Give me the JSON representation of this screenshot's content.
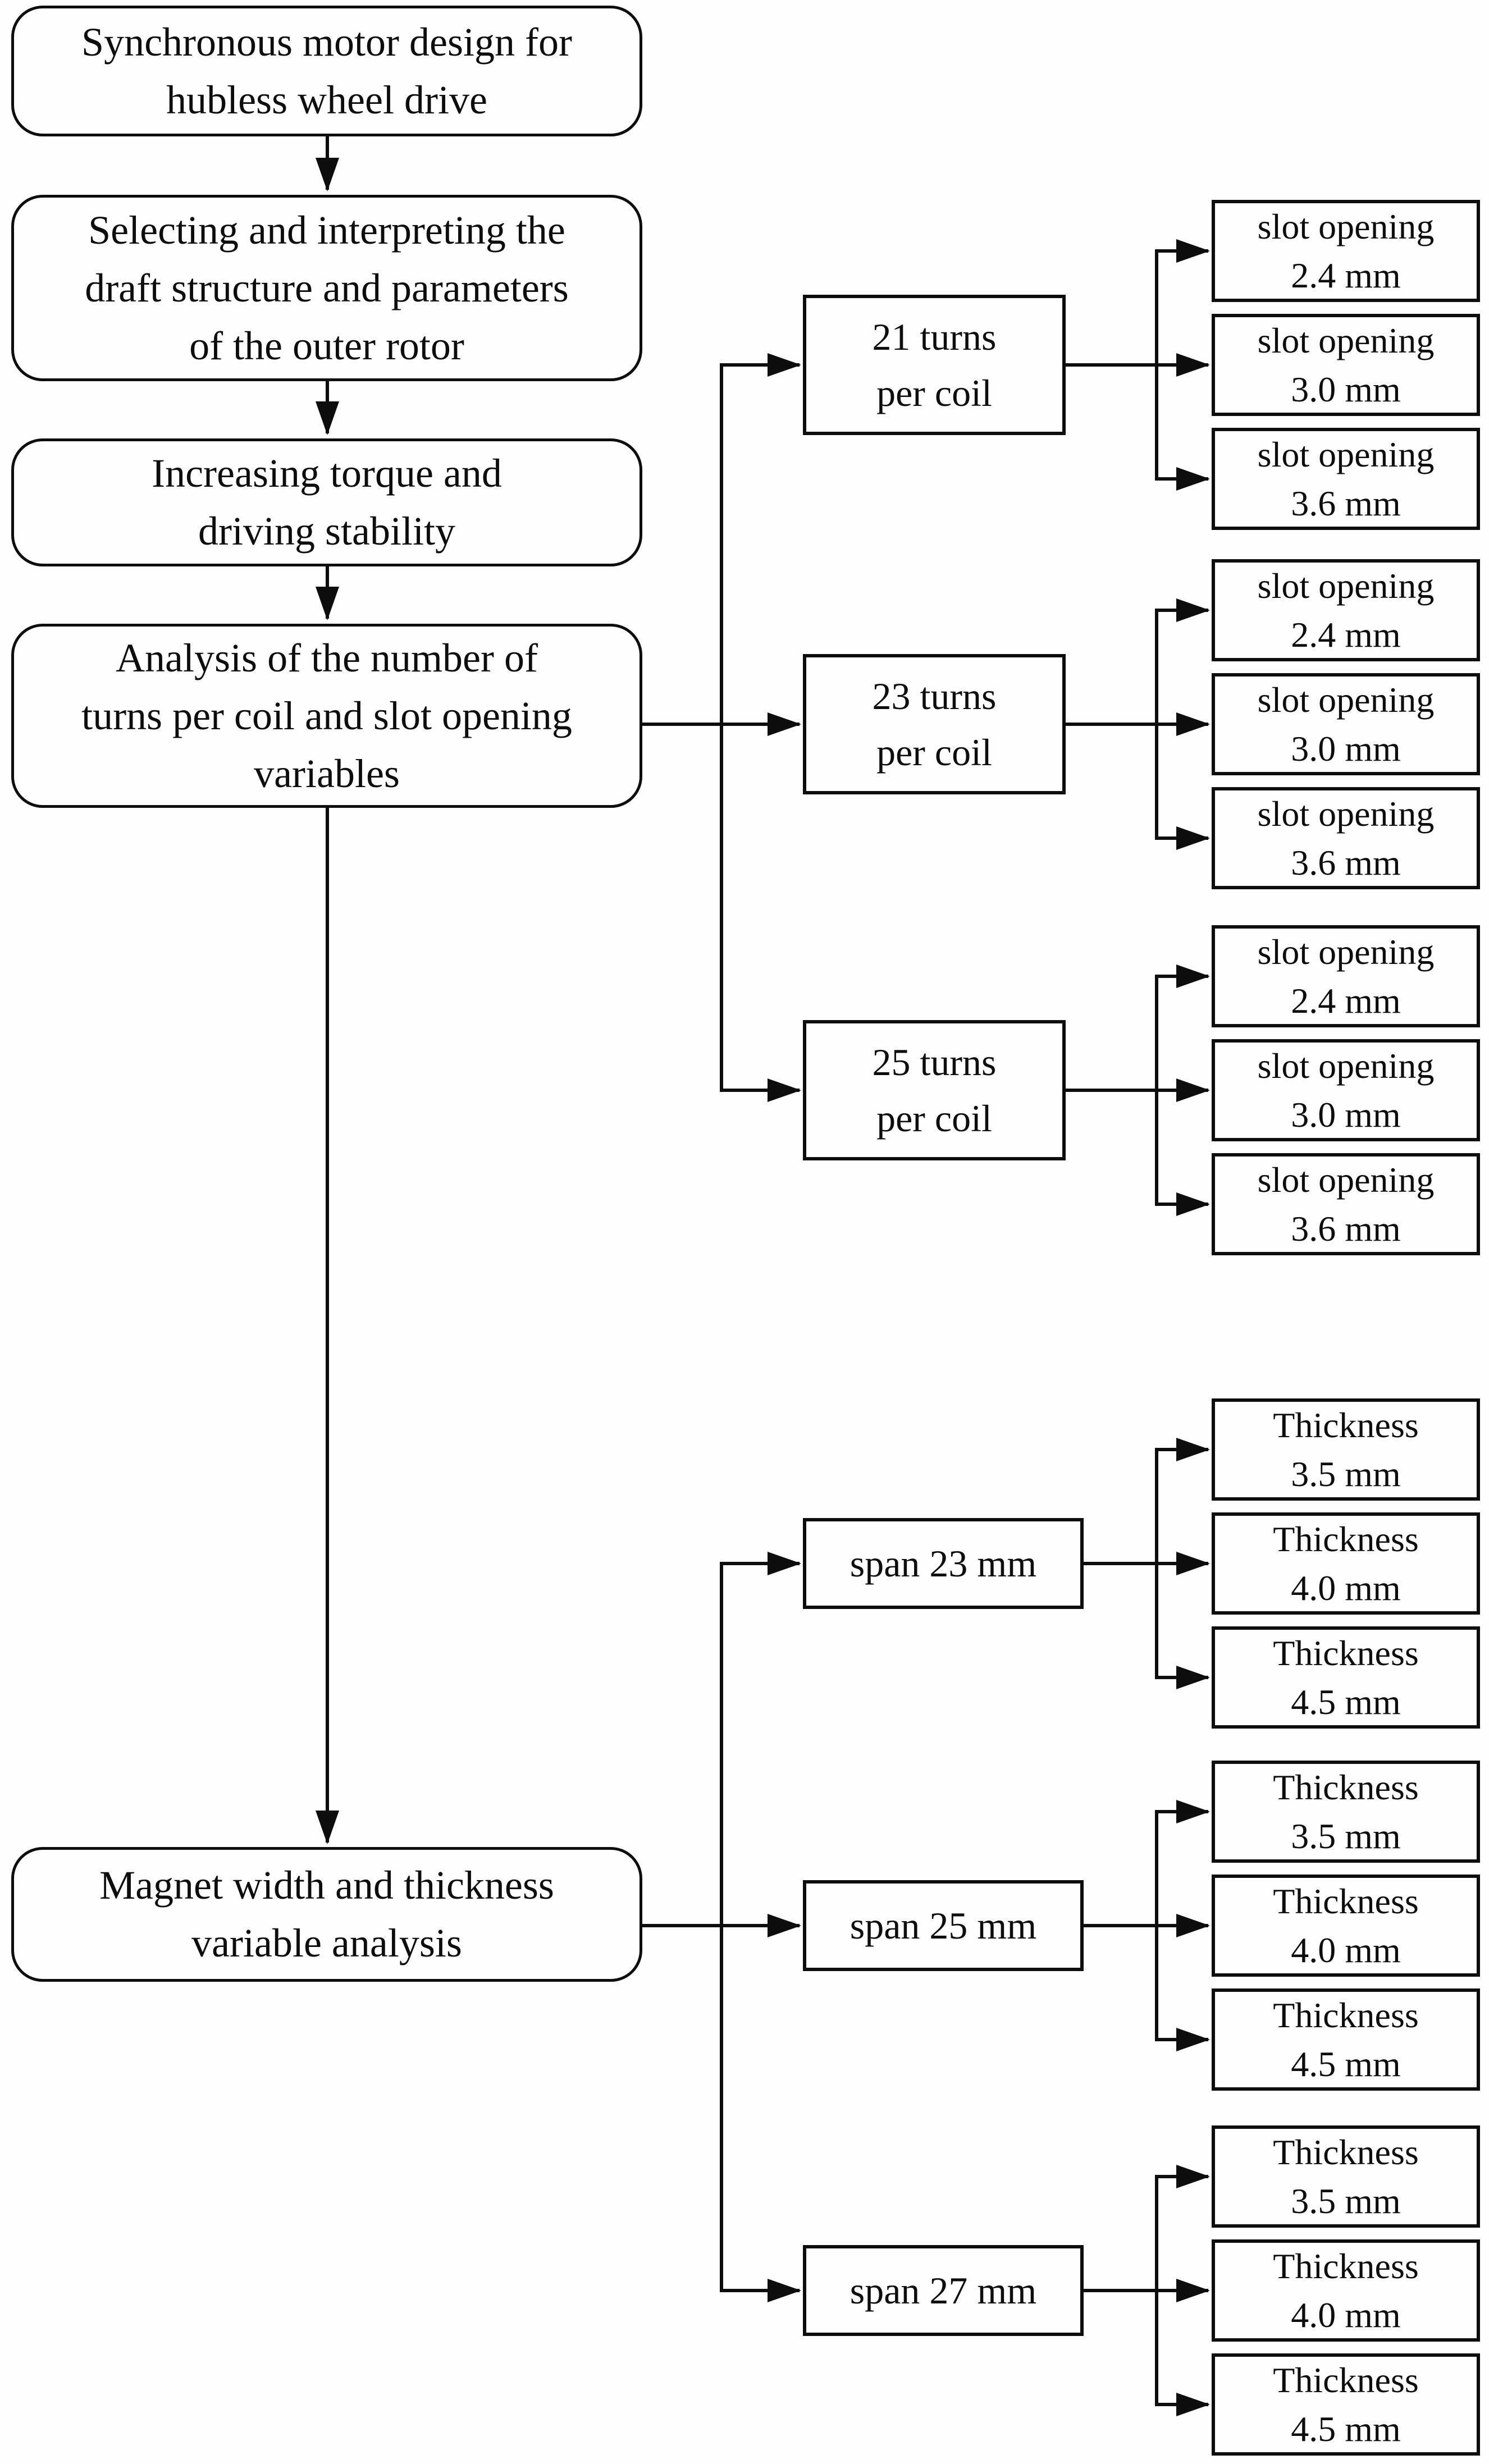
{
  "colors": {
    "stroke": "#0d0d0d",
    "background": "#fefefe",
    "text": "#0d0d0d"
  },
  "main_flow": [
    {
      "lines": [
        "Synchronous motor design for",
        "hubless wheel drive"
      ]
    },
    {
      "lines": [
        "Selecting and interpreting the",
        "draft structure and parameters",
        "of the outer rotor"
      ]
    },
    {
      "lines": [
        "Increasing torque and",
        "driving stability"
      ]
    },
    {
      "lines": [
        "Analysis of the number of",
        "turns per coil and slot opening",
        "variables"
      ]
    },
    {
      "lines": [
        "Magnet width and thickness",
        "variable analysis"
      ]
    }
  ],
  "turns_branches": [
    {
      "label": {
        "line1": "21 turns",
        "line2": "per coil"
      },
      "options": [
        {
          "line1": "slot opening",
          "line2": "2.4 mm"
        },
        {
          "line1": "slot opening",
          "line2": "3.0 mm"
        },
        {
          "line1": "slot opening",
          "line2": "3.6 mm"
        }
      ]
    },
    {
      "label": {
        "line1": "23 turns",
        "line2": "per coil"
      },
      "options": [
        {
          "line1": "slot opening",
          "line2": "2.4 mm"
        },
        {
          "line1": "slot opening",
          "line2": "3.0 mm"
        },
        {
          "line1": "slot opening",
          "line2": "3.6 mm"
        }
      ]
    },
    {
      "label": {
        "line1": "25 turns",
        "line2": "per coil"
      },
      "options": [
        {
          "line1": "slot opening",
          "line2": "2.4 mm"
        },
        {
          "line1": "slot opening",
          "line2": "3.0 mm"
        },
        {
          "line1": "slot opening",
          "line2": "3.6 mm"
        }
      ]
    }
  ],
  "span_branches": [
    {
      "label": "span 23 mm",
      "options": [
        {
          "line1": "Thickness",
          "line2": "3.5 mm"
        },
        {
          "line1": "Thickness",
          "line2": "4.0 mm"
        },
        {
          "line1": "Thickness",
          "line2": "4.5 mm"
        }
      ]
    },
    {
      "label": "span 25 mm",
      "options": [
        {
          "line1": "Thickness",
          "line2": "3.5 mm"
        },
        {
          "line1": "Thickness",
          "line2": "4.0 mm"
        },
        {
          "line1": "Thickness",
          "line2": "4.5 mm"
        }
      ]
    },
    {
      "label": "span 27 mm",
      "options": [
        {
          "line1": "Thickness",
          "line2": "3.5 mm"
        },
        {
          "line1": "Thickness",
          "line2": "4.0 mm"
        },
        {
          "line1": "Thickness",
          "line2": "4.5 mm"
        }
      ]
    }
  ]
}
